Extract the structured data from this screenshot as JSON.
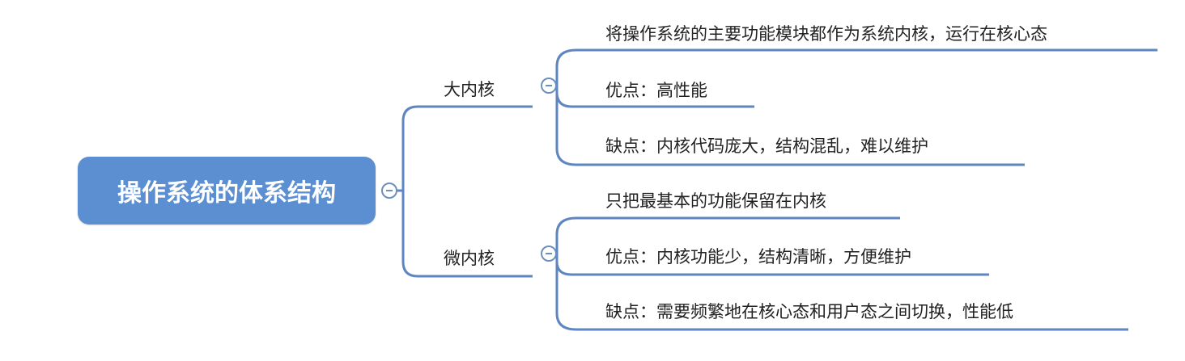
{
  "root": {
    "label": "操作系统的体系结构"
  },
  "branches": [
    {
      "label": "大内核",
      "leaves": [
        "将操作系统的主要功能模块都作为系统内核，运行在核心态",
        "优点：高性能",
        "缺点：内核代码庞大，结构混乱，难以维护"
      ]
    },
    {
      "label": "微内核",
      "leaves": [
        "只把最基本的功能保留在内核",
        "优点：内核功能少，结构清晰，方便维护",
        "缺点：需要频繁地在核心态和用户态之间切换，性能低"
      ]
    }
  ],
  "colors": {
    "root_fill": "#5b8fd1",
    "connector": "#5e86c2",
    "text": "#222222"
  },
  "icons": {
    "collapse": "collapse-minus-icon"
  }
}
